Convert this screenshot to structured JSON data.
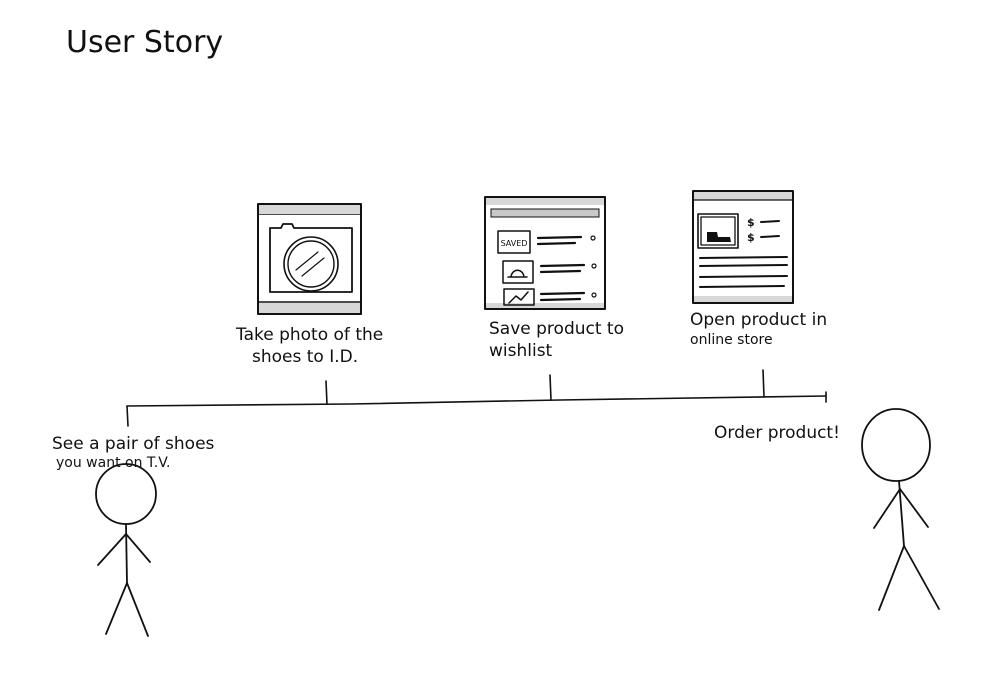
{
  "title": "User Story",
  "start_caption": [
    "See a pair of shoes",
    "you want on T.V."
  ],
  "steps": [
    {
      "caption": [
        "Take photo of the",
        "shoes to I.D."
      ]
    },
    {
      "caption": [
        "Save product to",
        "wishlist"
      ],
      "saved_label": "SAVED"
    },
    {
      "caption": [
        "Open product in",
        "online store"
      ],
      "price_symbol": "$"
    }
  ],
  "end_caption": [
    "Order product!"
  ]
}
